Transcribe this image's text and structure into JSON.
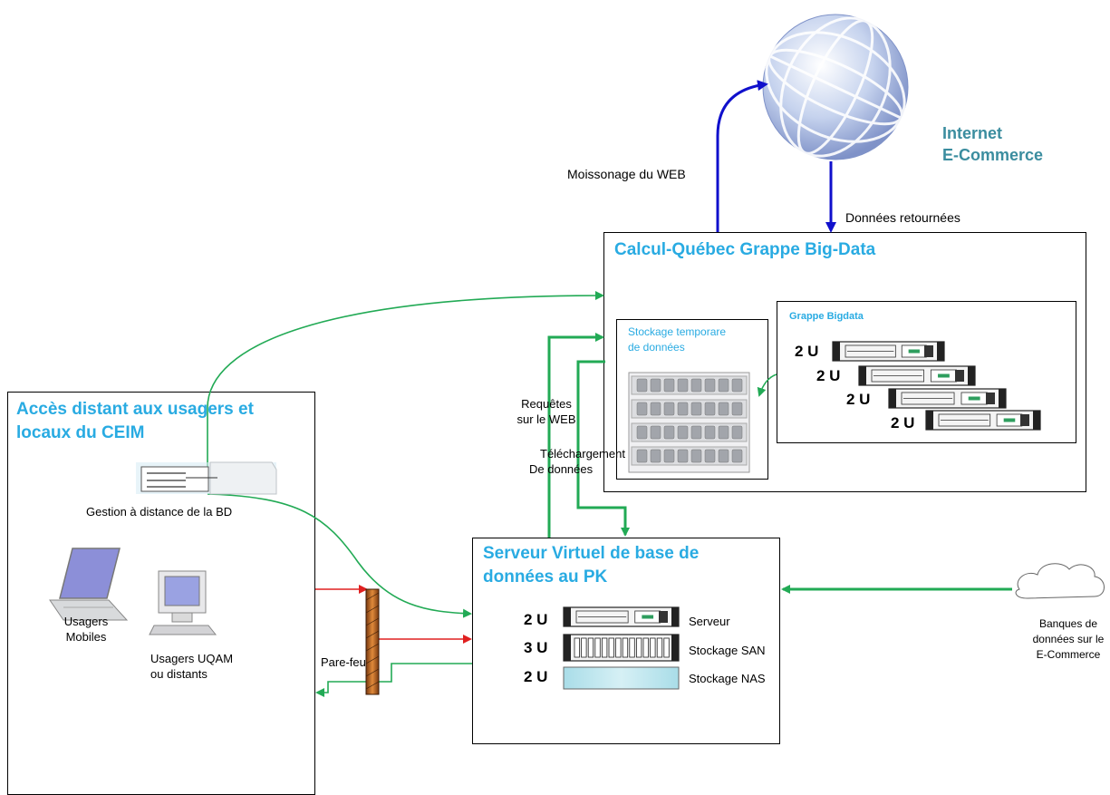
{
  "internet": {
    "line1": "Internet",
    "line2": "E-Commerce"
  },
  "labels": {
    "moissonage": "Moissonage du WEB",
    "donnees_retournees": "Données retournées",
    "requetes_1": "Requêtes",
    "requetes_2": "sur le WEB",
    "telechargement_1": "Téléchargement",
    "telechargement_2": "De données",
    "gestion": "Gestion à distance de la BD",
    "usagers_mobiles_1": "Usagers",
    "usagers_mobiles_2": "Mobiles",
    "usagers_uqam_1": "Usagers UQAM",
    "usagers_uqam_2": "ou distants",
    "pare_feu": "Pare-feu",
    "banques_1": "Banques de",
    "banques_2": "données sur le",
    "banques_3": "E-Commerce"
  },
  "calcul_box": {
    "title": "Calcul-Québec Grappe Big-Data",
    "storage_title_1": "Stockage temporare",
    "storage_title_2": "de données",
    "grappe_title": "Grappe Bigdata",
    "rack_units": [
      "2 U",
      "2 U",
      "2 U",
      "2 U"
    ]
  },
  "access_box": {
    "title_1": "Accès distant aux usagers et",
    "title_2": "locaux du CEIM"
  },
  "server_box": {
    "title_1": "Serveur Virtuel de base de",
    "title_2": "données au PK",
    "rows": [
      {
        "units": "2 U",
        "label": "Serveur"
      },
      {
        "units": "3 U",
        "label": "Stockage SAN"
      },
      {
        "units": "2 U",
        "label": "Stockage NAS"
      }
    ]
  },
  "colors": {
    "title": "#29abe2",
    "internet": "#3b8d9f",
    "green_link": "#22aa55",
    "blue_link": "#1010cc",
    "red_link": "#e02020"
  }
}
